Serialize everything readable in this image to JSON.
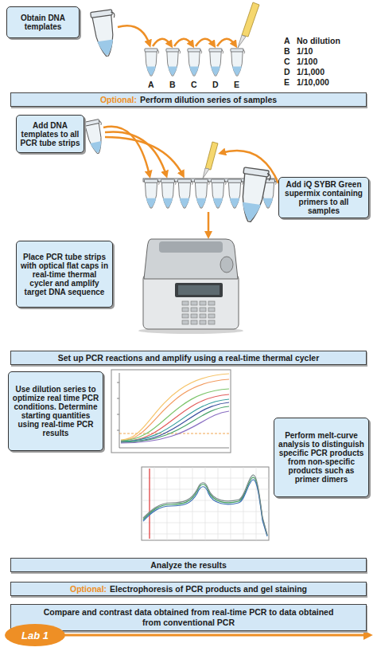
{
  "diagram": {
    "nodes": [
      {
        "text": [
          "Obtain DNA templates"
        ]
      },
      {
        "text": [
          "Optional:",
          "Perform dilution series of samples"
        ]
      },
      {
        "text": [
          "Add DNA templates to all PCR tube strips"
        ]
      },
      {
        "text": [
          "Add iQ SYBR Green supermix containing primers to all samples"
        ]
      },
      {
        "text": [
          "Place PCR tube strips with optical flat caps in real-time thermal cycler and amplify target DNA sequence"
        ]
      },
      {
        "text": [
          "Set up PCR reactions and amplify using a real-time thermal cycler"
        ]
      },
      {
        "text": [
          "Use dilution series to optimize real time PCR conditions. Determine starting quantities using real-time PCR results"
        ]
      },
      {
        "text": [
          "Perform melt-curve analysis to distinguish specific PCR products from non-specific products such as primer dimers"
        ]
      },
      {
        "text": [
          "Analyze the results"
        ]
      },
      {
        "text": [
          "Optional:",
          "Electrophoresis of PCR products and gel staining"
        ]
      },
      {
        "text": [
          "Compare and contrast data obtained from real-time PCR to data obtained from conventional PCR"
        ]
      },
      {
        "text": [
          "Lab 1"
        ]
      }
    ],
    "labels": [
      "A",
      "No dilution",
      "B",
      "1/10",
      "C",
      "1/100",
      "D",
      "1/1,000",
      "E",
      "1/10,000",
      "A",
      "B",
      "C",
      "D",
      "E"
    ]
  }
}
